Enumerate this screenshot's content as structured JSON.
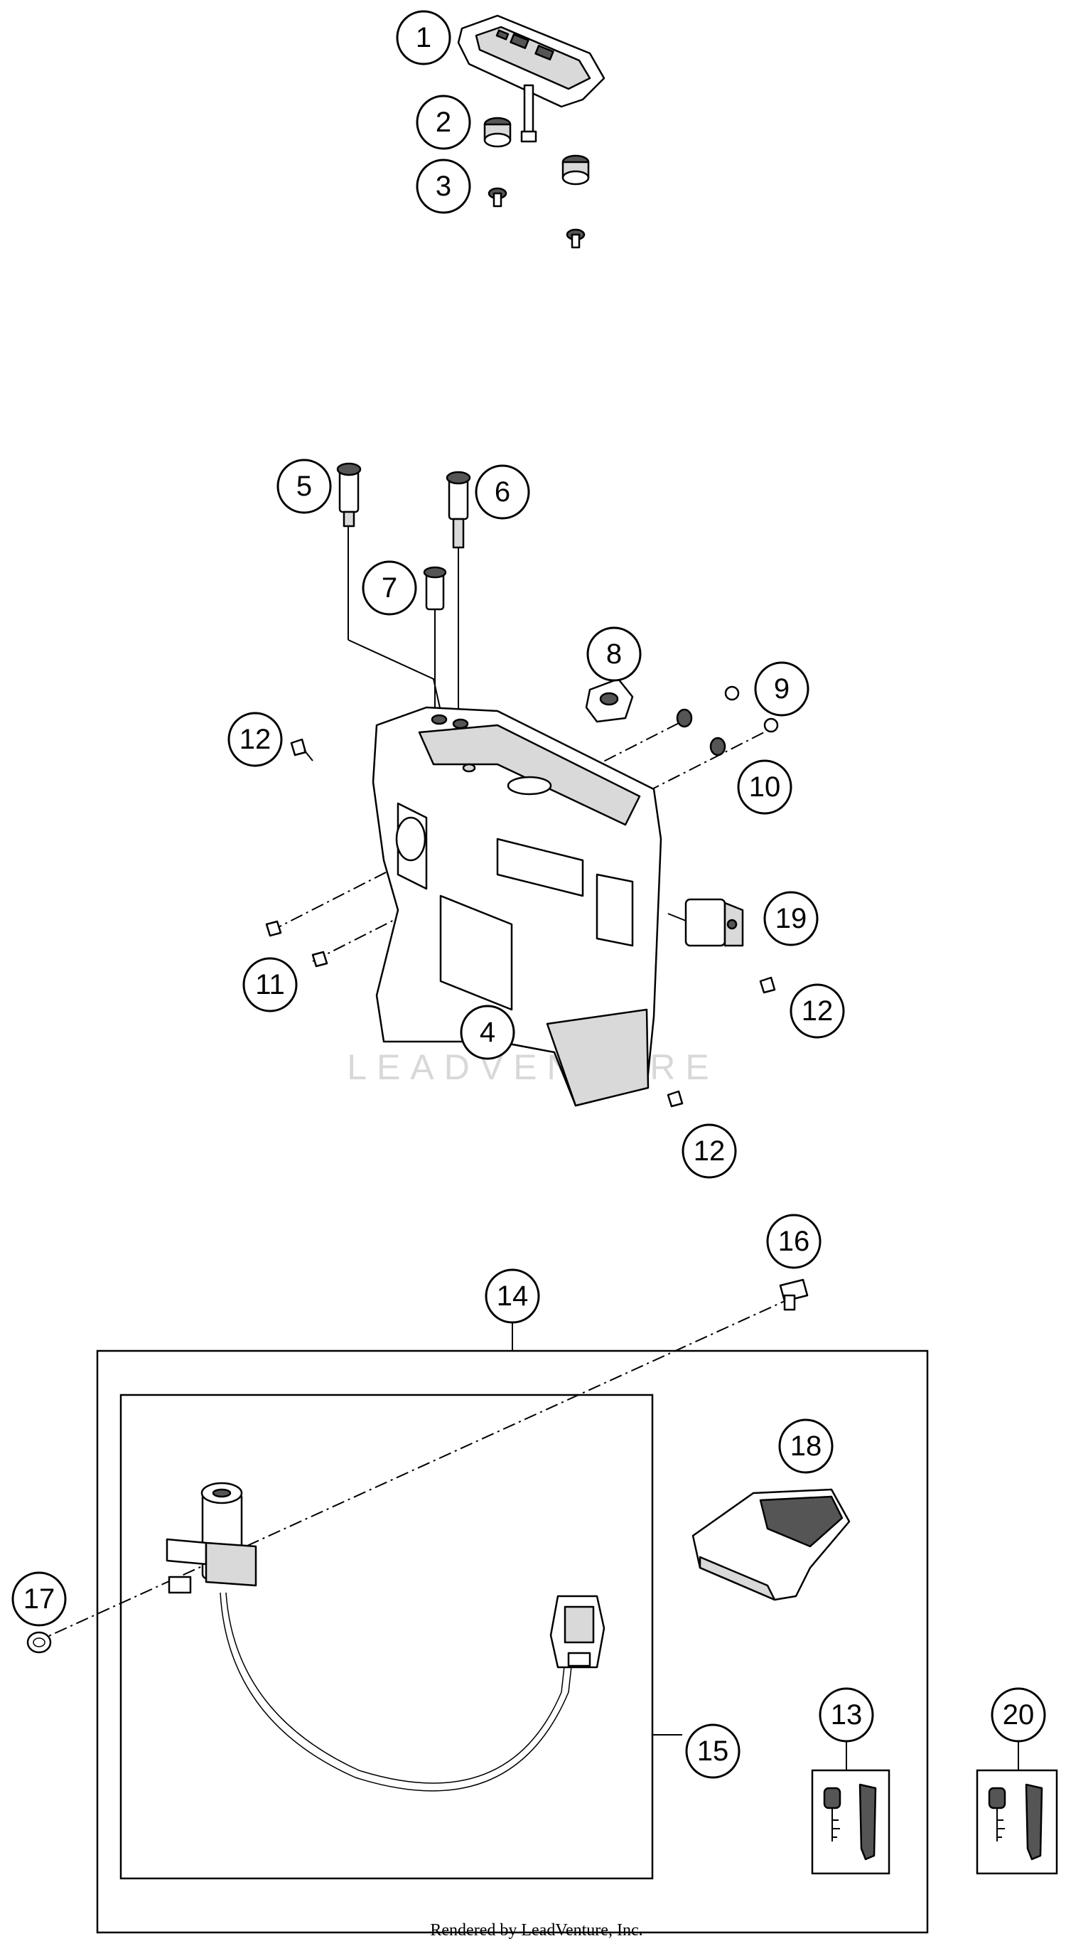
{
  "callouts": [
    "1",
    "2",
    "3",
    "4",
    "5",
    "6",
    "7",
    "8",
    "9",
    "10",
    "11",
    "12",
    "12",
    "12",
    "12",
    "13",
    "14",
    "15",
    "16",
    "17",
    "18",
    "19",
    "20"
  ],
  "watermark": "LEADVENTURE",
  "footer": "Rendered by LeadVenture, Inc."
}
